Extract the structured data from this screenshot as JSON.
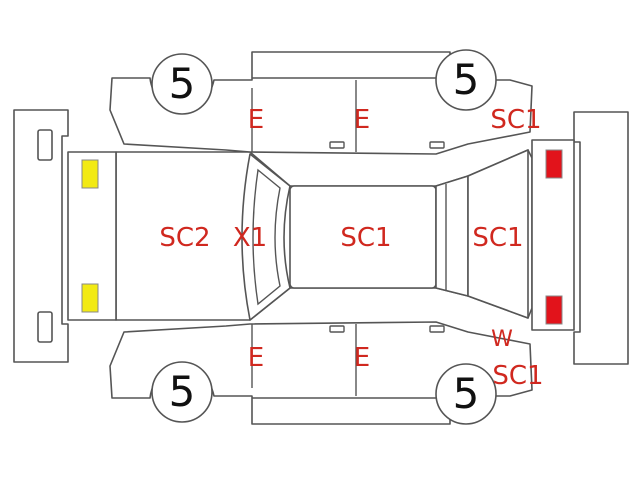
{
  "colors": {
    "outline": "#555555",
    "mark_text": "#d0281f",
    "front_lamp": "#f2ea14",
    "rear_lamp": "#e2131b",
    "tire_text": "#111111"
  },
  "tires": {
    "front_left": "5",
    "rear_left": "5",
    "front_right": "5",
    "rear_right": "5"
  },
  "marks": {
    "left_front_door": "E",
    "left_rear_door": "E",
    "right_front_door": "E",
    "right_rear_door": "E",
    "hood": "SC2",
    "windshield": "X1",
    "roof": "SC1",
    "trunk": "SC1",
    "left_rear_quarter": "SC1",
    "right_rear_quarter_w": "W",
    "right_rear_quarter_sc": "SC1"
  },
  "icons": {
    "front_lamps": "yellow-lamp-icon",
    "rear_lamps": "red-lamp-icon"
  }
}
